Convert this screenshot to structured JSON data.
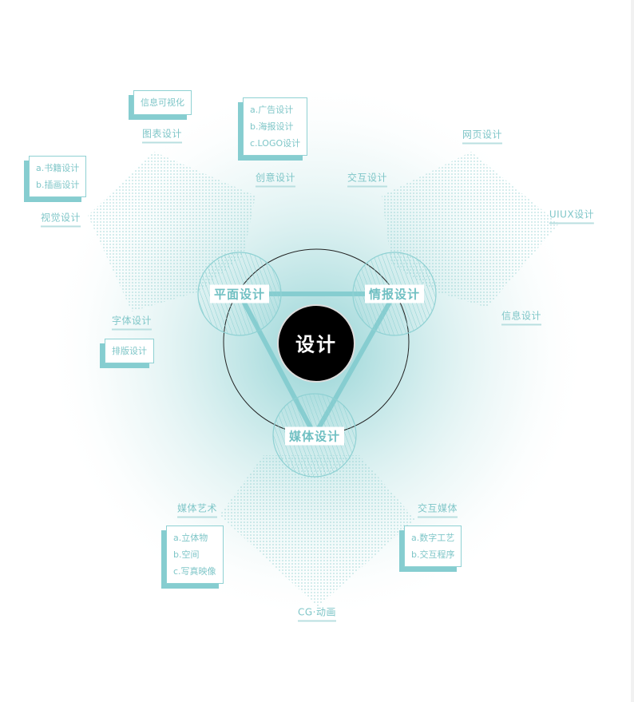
{
  "center": "设计",
  "circles": {
    "top_left": "平面设计",
    "top_right": "情报设计",
    "bottom": "媒体设计"
  },
  "labels": {
    "chart_design": "图表设计",
    "creative_design": "创意设计",
    "interaction_design": "交互设计",
    "web_design": "网页设计",
    "uiux_design": "UIUX设计",
    "visual_design": "视觉设计",
    "font_design": "字体设计",
    "info_design": "信息设计",
    "media_art": "媒体艺术",
    "interactive_media": "交互媒体",
    "cg_animation": "CG·动画"
  },
  "boxes": {
    "info_viz": [
      "信息可视化"
    ],
    "ad_design": [
      "a.广告设计",
      "b.海报设计",
      "c.LOGO设计"
    ],
    "book_design": [
      "a.书籍设计",
      "b.插画设计"
    ],
    "layout_design": [
      "排版设计"
    ],
    "media_art_items": [
      "a.立体物",
      "b.空间",
      "c.写真映像"
    ],
    "interactive_items": [
      "a.数字工艺",
      "b.交互程序"
    ]
  },
  "colors": {
    "accent": "#86cdd0",
    "accent_text": "#7fc6c8",
    "center_fill": "#000000",
    "outline": "#222222"
  }
}
